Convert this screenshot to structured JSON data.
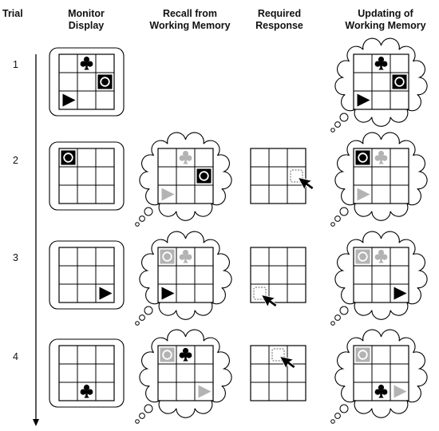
{
  "headers": {
    "trial": "Trial",
    "monitor_line1": "Monitor",
    "monitor_line2": "Display",
    "recall_line1": "Recall from",
    "recall_line2": "Working Memory",
    "response_line1": "Required",
    "response_line2": "Response",
    "update_line1": "Updating of",
    "update_line2": "Working Memory"
  },
  "trial_numbers": [
    "1",
    "2",
    "3",
    "4"
  ],
  "colors": {
    "symbol": "#000000",
    "faded_symbol": "#b3b3b3",
    "grid": "#000000"
  },
  "trials": [
    {
      "monitor": [
        {
          "symbol": "club",
          "cell": [
            0,
            1
          ],
          "faded": false
        },
        {
          "symbol": "circle",
          "cell": [
            1,
            2
          ],
          "faded": false
        },
        {
          "symbol": "triangle",
          "cell": [
            2,
            0
          ],
          "faded": false
        }
      ],
      "recall": null,
      "response": null,
      "update": [
        {
          "symbol": "club",
          "cell": [
            0,
            1
          ],
          "faded": false
        },
        {
          "symbol": "circle",
          "cell": [
            1,
            2
          ],
          "faded": false
        },
        {
          "symbol": "triangle",
          "cell": [
            2,
            0
          ],
          "faded": false
        }
      ]
    },
    {
      "monitor": [
        {
          "symbol": "circle",
          "cell": [
            0,
            0
          ],
          "faded": false
        }
      ],
      "recall": [
        {
          "symbol": "club",
          "cell": [
            0,
            1
          ],
          "faded": true
        },
        {
          "symbol": "circle",
          "cell": [
            1,
            2
          ],
          "faded": false
        },
        {
          "symbol": "triangle",
          "cell": [
            2,
            0
          ],
          "faded": true
        }
      ],
      "response": {
        "cell": [
          1,
          2
        ]
      },
      "update": [
        {
          "symbol": "circle",
          "cell": [
            0,
            0
          ],
          "faded": false
        },
        {
          "symbol": "club",
          "cell": [
            0,
            1
          ],
          "faded": true
        },
        {
          "symbol": "triangle",
          "cell": [
            2,
            0
          ],
          "faded": true
        }
      ]
    },
    {
      "monitor": [
        {
          "symbol": "triangle",
          "cell": [
            2,
            2
          ],
          "faded": false
        }
      ],
      "recall": [
        {
          "symbol": "circle",
          "cell": [
            0,
            0
          ],
          "faded": true
        },
        {
          "symbol": "club",
          "cell": [
            0,
            1
          ],
          "faded": true
        },
        {
          "symbol": "triangle",
          "cell": [
            2,
            0
          ],
          "faded": false
        }
      ],
      "response": {
        "cell": [
          2,
          0
        ]
      },
      "update": [
        {
          "symbol": "circle",
          "cell": [
            0,
            0
          ],
          "faded": true
        },
        {
          "symbol": "club",
          "cell": [
            0,
            1
          ],
          "faded": true
        },
        {
          "symbol": "triangle",
          "cell": [
            2,
            2
          ],
          "faded": false
        }
      ]
    },
    {
      "monitor": [
        {
          "symbol": "club",
          "cell": [
            2,
            1
          ],
          "faded": false
        }
      ],
      "recall": [
        {
          "symbol": "circle",
          "cell": [
            0,
            0
          ],
          "faded": true
        },
        {
          "symbol": "club",
          "cell": [
            0,
            1
          ],
          "faded": false
        },
        {
          "symbol": "triangle",
          "cell": [
            2,
            2
          ],
          "faded": true
        }
      ],
      "response": {
        "cell": [
          0,
          1
        ]
      },
      "update": [
        {
          "symbol": "circle",
          "cell": [
            0,
            0
          ],
          "faded": true
        },
        {
          "symbol": "club",
          "cell": [
            2,
            1
          ],
          "faded": false
        },
        {
          "symbol": "triangle",
          "cell": [
            2,
            2
          ],
          "faded": true
        }
      ]
    }
  ]
}
